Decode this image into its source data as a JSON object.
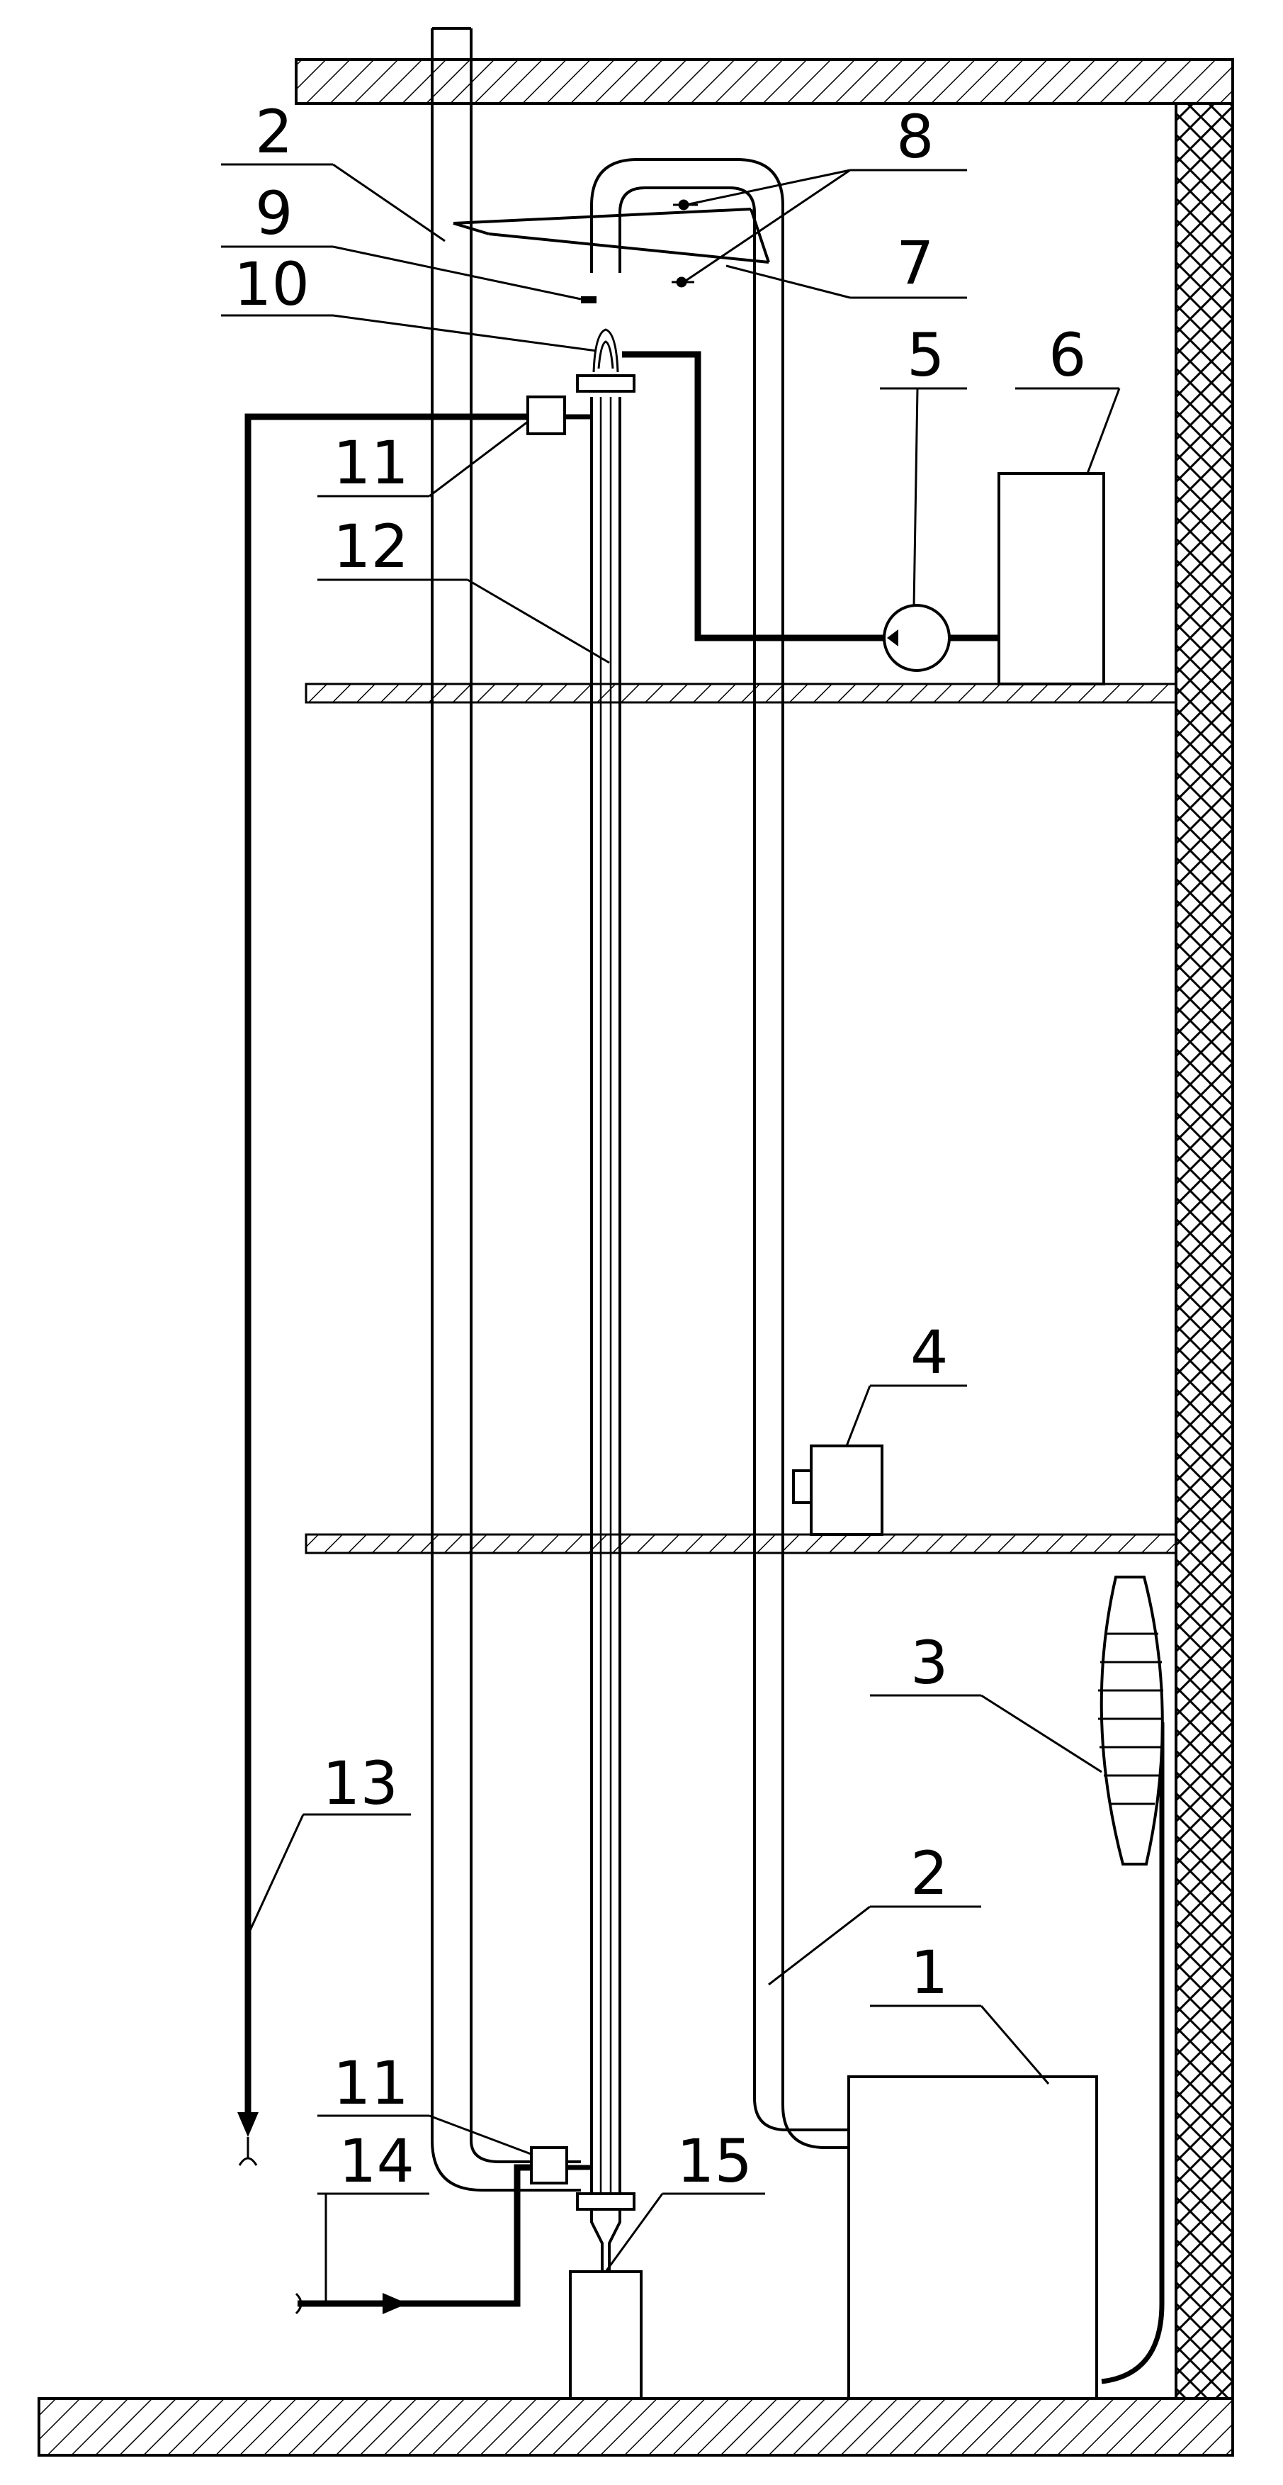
{
  "labels": {
    "n1": "1",
    "n2_top": "2",
    "n2_bottom": "2",
    "n3": "3",
    "n4": "4",
    "n5": "5",
    "n6": "6",
    "n7": "7",
    "n8": "8",
    "n9": "9",
    "n10": "10",
    "n11_top": "11",
    "n11_bottom": "11",
    "n12": "12",
    "n13": "13",
    "n14": "14",
    "n15": "15"
  }
}
